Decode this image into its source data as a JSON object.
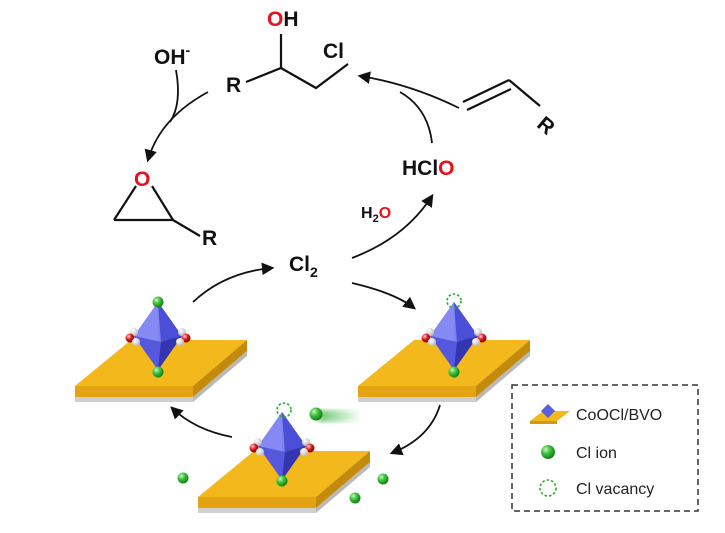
{
  "colors": {
    "oxygen_red": "#e8101a",
    "chlorine_green": "#27b02b",
    "plate_yellow": "#f3b81c",
    "octahedron_blue": "#5b5ee0",
    "arrow_black": "#111111"
  },
  "chemistry": {
    "hydroxide": {
      "text": "OH",
      "superscript": "-"
    },
    "chlorohydrin": {
      "oh_o": "O",
      "oh_h": "H",
      "r": "R",
      "cl": "Cl"
    },
    "epoxide": {
      "o": "O",
      "r": "R"
    },
    "alkene": {
      "r": "R"
    },
    "hypochlorous_acid": {
      "hcl": "HCl",
      "o": "O"
    },
    "water": {
      "h": "H",
      "sub": "2",
      "o": "O"
    },
    "chlorine": {
      "cl": "Cl",
      "sub": "2"
    }
  },
  "legend": {
    "items": [
      {
        "icon": "catalyst-icon",
        "label": "CoOCl/BVO"
      },
      {
        "icon": "cl-ion-icon",
        "label": "Cl ion"
      },
      {
        "icon": "cl-vacancy-icon",
        "label": "Cl vacancy"
      }
    ]
  }
}
